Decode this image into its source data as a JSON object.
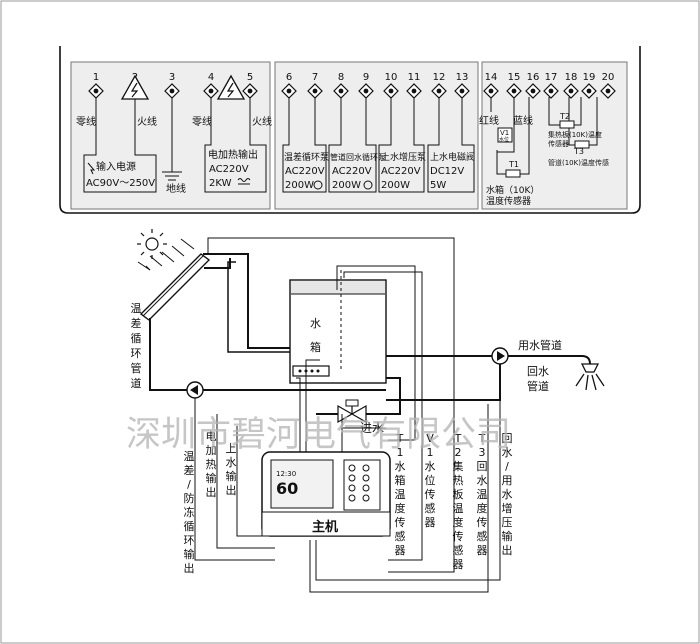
{
  "terminals": [
    "1",
    "2",
    "3",
    "4",
    "5",
    "6",
    "7",
    "8",
    "9",
    "10",
    "11",
    "12",
    "13",
    "14",
    "15",
    "16",
    "17",
    "18",
    "19",
    "20"
  ],
  "labels": {
    "neutral_1": "零线",
    "live_1": "火线",
    "neutral_2": "零线",
    "live_2": "火线",
    "ground": "地线",
    "power_input_title": "输入电源",
    "power_input_spec": "AC90V～250V",
    "heater_title": "电加热输出",
    "heater_volt": "AC220V",
    "heater_power": "2KW",
    "pump1_title": "温差循环泵",
    "pump1_volt": "AC220V",
    "pump1_power": "200W",
    "pump2_title": "管道回水循环泵",
    "pump2_volt": "AC220V",
    "pump2_power": "200W",
    "pump3_title": "上水增压泵",
    "pump3_volt": "AC220V",
    "pump3_power": "200W",
    "valve_title": "上水电磁阀",
    "valve_volt": "DC12V",
    "valve_power": "5W",
    "red_wire": "红线",
    "blue_wire": "蓝线",
    "v1": "V1",
    "v1_sub": "水位",
    "t1": "T1",
    "t1_desc1": "水箱（10K）",
    "t1_desc2": "温度传感器",
    "t2": "T2",
    "t2_desc1": "集热板(10K)温度",
    "t2_desc2": "传感器",
    "t3": "T3",
    "t3_desc": "管道(10K)温度传感"
  },
  "diagram": {
    "collector_pipe": "温差循环管道",
    "tank": "水箱",
    "use_pipe": "用水管道",
    "return_pipe": "回水管道",
    "inlet": "进水",
    "controller": "主机",
    "display_digits": "60",
    "display_time": "12:30",
    "out_diff_pump": "温差/防冻循环输出",
    "out_heater": "电加热输出",
    "out_inlet": "上水输出",
    "out_t1": "T1水箱温度传感器",
    "out_v1": "V1水位传感器",
    "out_t2": "T2集热板温度传感器",
    "out_t3": "T3回水温度传感器",
    "out_booster": "回水/用水增压输出"
  },
  "watermark": "深圳市碧河电气有限公司"
}
